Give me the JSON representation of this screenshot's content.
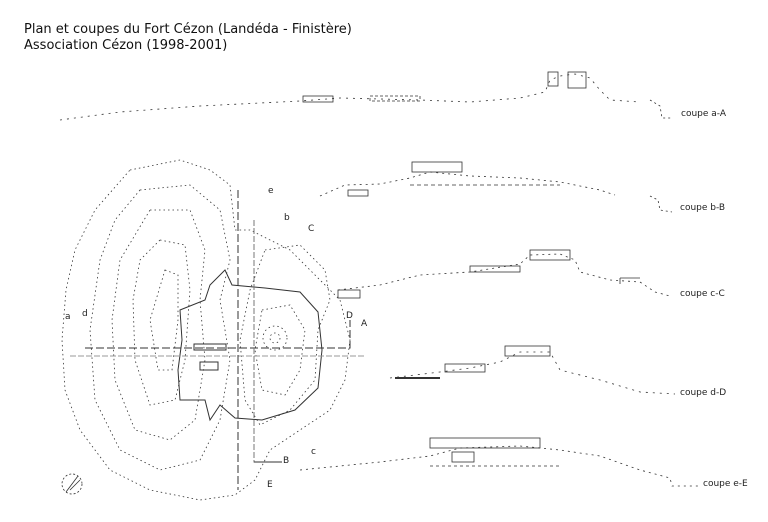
{
  "title": "Plan et coupes du Fort Cézon (Landéda - Finistère)",
  "subtitle": "Association Cézon (1998-2001)",
  "sections": [
    {
      "label": "coupe a-A"
    },
    {
      "label": "coupe b-B"
    },
    {
      "label": "coupe c-C"
    },
    {
      "label": "coupe d-D"
    },
    {
      "label": "coupe e-E"
    }
  ],
  "plan_letters": {
    "a": "a",
    "A": "A",
    "b": "b",
    "B": "B",
    "c": "c",
    "C": "C",
    "d": "d",
    "D": "D",
    "e": "e",
    "E": "E"
  },
  "colors": {
    "line": "#222222",
    "faint": "#888888"
  }
}
